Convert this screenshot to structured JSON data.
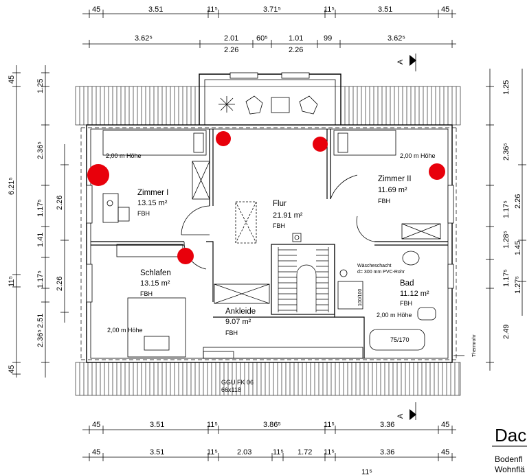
{
  "dims": {
    "top_row1": [
      "45",
      "3.51",
      "11⁵",
      "3.71⁵",
      "11⁵",
      "3.51",
      "45"
    ],
    "top_row2": [
      "3.62⁵",
      "2.01",
      "60⁵",
      "1.01",
      "99",
      "3.62⁵"
    ],
    "top_row2_sub": [
      "2.26",
      "2.26"
    ],
    "left_col1": [
      "45",
      "11⁵",
      "6.21⁵"
    ],
    "left_col2": [
      "1.25",
      "2.36⁵",
      "1.17⁵",
      "1.41",
      "1.17⁵",
      "2.51",
      "2.36⁵",
      "45"
    ],
    "left_col3": [
      "2.26",
      "2.26"
    ],
    "right_col1": [
      "1.25",
      "2.36⁵",
      "1.17⁵",
      "1.28⁵",
      "1.17⁵",
      "2.49"
    ],
    "right_col2": [
      "2.26",
      "1.27⁵",
      "1.45"
    ],
    "bottom_row1": [
      "45",
      "3.51",
      "11⁵",
      "3.86⁵",
      "11⁵",
      "3.36",
      "45"
    ],
    "bottom_row2": [
      "45",
      "3.51",
      "11⁵",
      "2.03",
      "11⁵",
      "1.72",
      "11⁵",
      "3.36",
      "45"
    ],
    "bottom_partial": "11⁵"
  },
  "rooms": [
    {
      "name": "Zimmer I",
      "area": "13.15 m²",
      "floor": "FBH"
    },
    {
      "name": "Flur",
      "area": "21.91 m²",
      "floor": "FBH"
    },
    {
      "name": "Zimmer II",
      "area": "11.69 m²",
      "floor": "FBH"
    },
    {
      "name": "Schlafen",
      "area": "13.15 m²",
      "floor": "FBH"
    },
    {
      "name": "Ankleide",
      "area": "9.07 m²",
      "floor": "FBH"
    },
    {
      "name": "Bad",
      "area": "11.12 m²",
      "floor": "FBH"
    }
  ],
  "height_labels": [
    "2,00 m Höhe",
    "2,00 m Höhe",
    "2,00 m Höhe",
    "2,00 m Höhe"
  ],
  "annotations": {
    "shaft_line1": "Wäscheschacht",
    "shaft_line2": "d= 300 mm PVC-Rohr",
    "shower": "100/100",
    "bathtub": "75/170",
    "thermrohr": "Thermrohr",
    "window_line1": "GGU FK 06",
    "window_line2": "66x118",
    "section": "A"
  },
  "legend": {
    "title": "Dac",
    "line1": "Bodenfl",
    "line2": "Wohnflä"
  },
  "colors": {
    "marker": "#e8000b",
    "line": "#000000"
  }
}
